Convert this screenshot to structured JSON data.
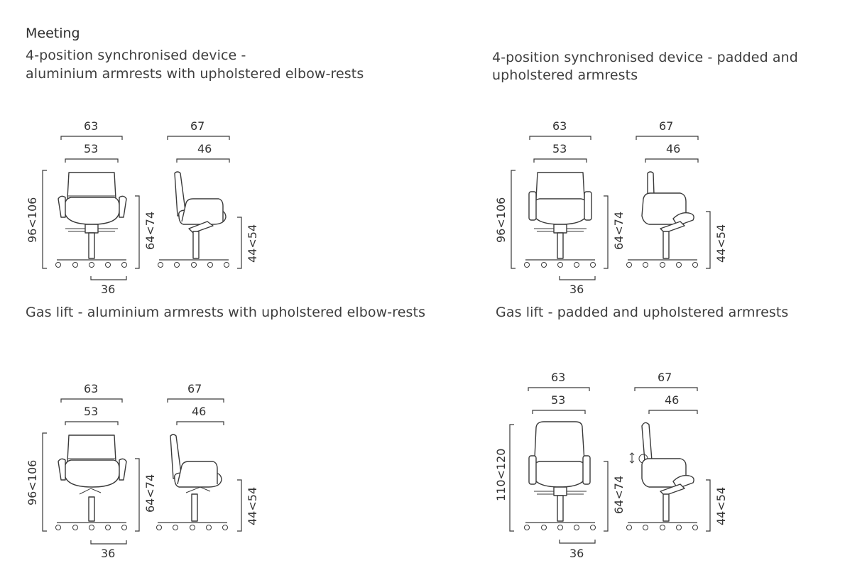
{
  "heading": "Meeting",
  "captions": {
    "a_line1": "4-position synchronised device -",
    "a_line2": "aluminium armrests with upholstered elbow-rests",
    "b_line1": "4-position synchronised device - padded and",
    "b_line2": "upholstered armrests",
    "c_line1": "Gas lift - aluminium armrests with upholstered elbow-rests",
    "d_line1": "Gas lift - padded and upholstered armrests"
  },
  "dimensions": {
    "overall_width": "63",
    "seat_width": "53",
    "overall_depth": "67",
    "seat_depth": "46",
    "height_range": "96<106",
    "height_range_tall": "110<120",
    "armrest_height": "64<74",
    "seat_height": "44<54",
    "base": "36"
  }
}
